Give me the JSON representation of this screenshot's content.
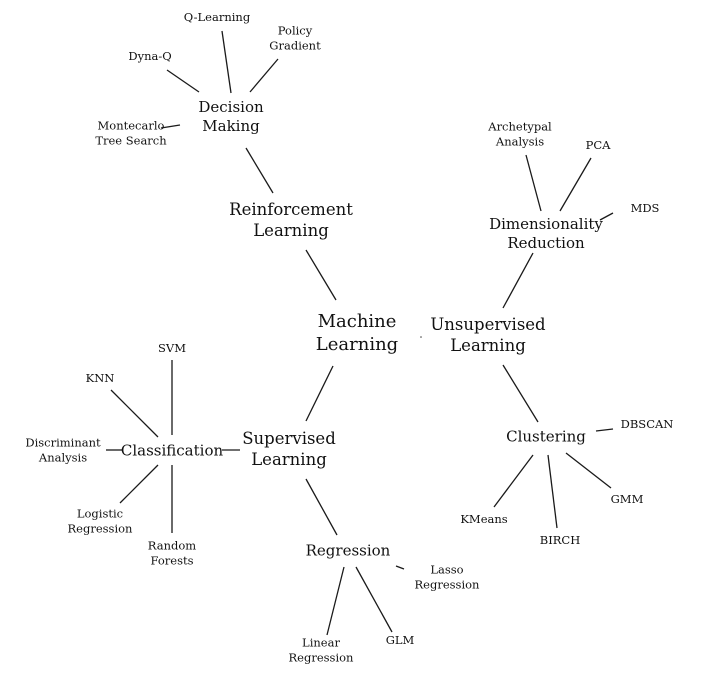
{
  "diagram": {
    "type": "mind-map",
    "root": {
      "id": "ml",
      "label": [
        "Machine",
        "Learning"
      ]
    },
    "nodes": [
      {
        "id": "ml",
        "label": [
          "Machine",
          "Learning"
        ],
        "level": 0
      },
      {
        "id": "rl",
        "label": [
          "Reinforcement",
          "Learning"
        ],
        "level": 1,
        "parent": "ml"
      },
      {
        "id": "ul",
        "label": [
          "Unsupervised",
          "Learning"
        ],
        "level": 1,
        "parent": "ml"
      },
      {
        "id": "sl",
        "label": [
          "Supervised",
          "Learning"
        ],
        "level": 1,
        "parent": "ml"
      },
      {
        "id": "dm",
        "label": [
          "Decision",
          "Making"
        ],
        "level": 2,
        "parent": "rl"
      },
      {
        "id": "ql",
        "label": [
          "Q-Learning"
        ],
        "level": 3,
        "parent": "dm"
      },
      {
        "id": "pg",
        "label": [
          "Policy",
          "Gradient"
        ],
        "level": 3,
        "parent": "dm"
      },
      {
        "id": "dq",
        "label": [
          "Dyna-Q"
        ],
        "level": 3,
        "parent": "dm"
      },
      {
        "id": "mcts",
        "label": [
          "Montecarlo",
          "Tree Search"
        ],
        "level": 3,
        "parent": "dm"
      },
      {
        "id": "dr",
        "label": [
          "Dimensionality",
          "Reduction"
        ],
        "level": 2,
        "parent": "ul"
      },
      {
        "id": "aa",
        "label": [
          "Archetypal",
          "Analysis"
        ],
        "level": 3,
        "parent": "dr"
      },
      {
        "id": "pca",
        "label": [
          "PCA"
        ],
        "level": 3,
        "parent": "dr"
      },
      {
        "id": "mds",
        "label": [
          "MDS"
        ],
        "level": 3,
        "parent": "dr"
      },
      {
        "id": "cl",
        "label": [
          "Clustering"
        ],
        "level": 2,
        "parent": "ul"
      },
      {
        "id": "dbscan",
        "label": [
          "DBSCAN"
        ],
        "level": 3,
        "parent": "cl"
      },
      {
        "id": "gmm",
        "label": [
          "GMM"
        ],
        "level": 3,
        "parent": "cl"
      },
      {
        "id": "birch",
        "label": [
          "BIRCH"
        ],
        "level": 3,
        "parent": "cl"
      },
      {
        "id": "kmeans",
        "label": [
          "KMeans"
        ],
        "level": 3,
        "parent": "cl"
      },
      {
        "id": "cf",
        "label": [
          "Classification"
        ],
        "level": 2,
        "parent": "sl"
      },
      {
        "id": "svm",
        "label": [
          "SVM"
        ],
        "level": 3,
        "parent": "cf"
      },
      {
        "id": "knn",
        "label": [
          "KNN"
        ],
        "level": 3,
        "parent": "cf"
      },
      {
        "id": "da",
        "label": [
          "Discriminant",
          "Analysis"
        ],
        "level": 3,
        "parent": "cf"
      },
      {
        "id": "lr",
        "label": [
          "Logistic",
          "Regression"
        ],
        "level": 3,
        "parent": "cf"
      },
      {
        "id": "rf",
        "label": [
          "Random",
          "Forests"
        ],
        "level": 3,
        "parent": "cf"
      },
      {
        "id": "rg",
        "label": [
          "Regression"
        ],
        "level": 2,
        "parent": "sl"
      },
      {
        "id": "lasso",
        "label": [
          "Lasso",
          "Regression"
        ],
        "level": 3,
        "parent": "rg"
      },
      {
        "id": "glm",
        "label": [
          "GLM"
        ],
        "level": 3,
        "parent": "rg"
      },
      {
        "id": "linr",
        "label": [
          "Linear",
          "Regression"
        ],
        "level": 3,
        "parent": "rg"
      }
    ]
  }
}
